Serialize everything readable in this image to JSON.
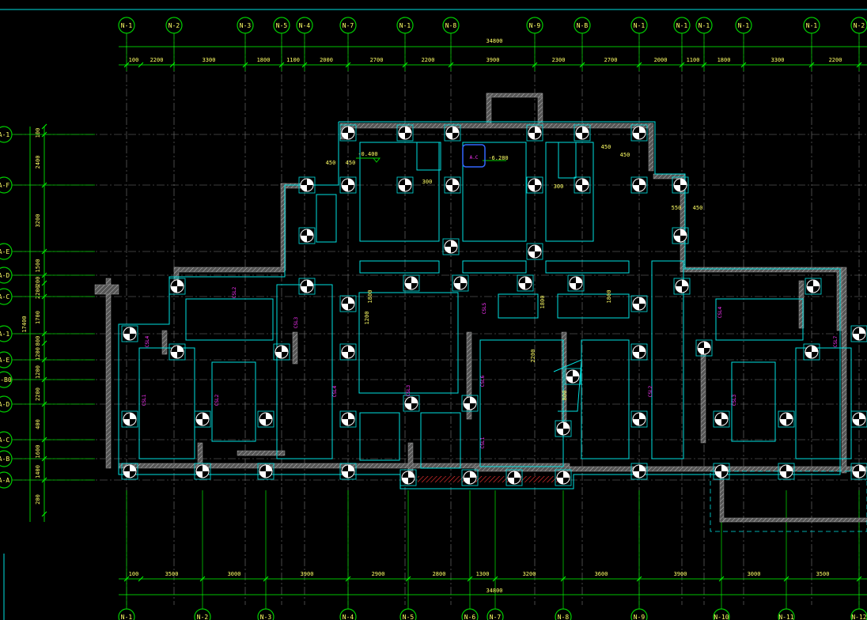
{
  "colors": {
    "background": "#000000",
    "axis": "#00cc00",
    "dimension": "#00ff00",
    "wall": "#8a8a8a",
    "outline": "#00e0e0",
    "grid": "#7a7a7a",
    "label": "#ffff66",
    "tag": "#ff33ff",
    "hatch_red": "#ff3333",
    "marker_blue": "#3366ff"
  },
  "top_axes": [
    "N-1",
    "N-2",
    "N-3",
    "N-5",
    "N-4",
    "N-7",
    "N-1",
    "N-8",
    "N-9",
    "N-B",
    "N-1",
    "N-1",
    "N-1",
    "N-1",
    "N-1",
    "N-2"
  ],
  "top_dims_row1": [
    "100",
    "2200",
    "3300",
    "1800",
    "1100",
    "2000",
    "2700",
    "2200",
    "3900",
    "2300",
    "2700",
    "2000",
    "1100",
    "1800",
    "3300",
    "2200"
  ],
  "top_total": "34800",
  "left_axes": [
    "A-1",
    "A-F",
    "A-E",
    "A-D",
    "A-C",
    "A-1",
    "A-E",
    "A-B0",
    "A-D",
    "A-C",
    "A-B",
    "A-A"
  ],
  "left_dims": [
    "100",
    "2400",
    "3200",
    "1500",
    "200",
    "2200",
    "1700",
    "800",
    "1200",
    "1200",
    "2200",
    "400",
    "1600",
    "1400",
    "200"
  ],
  "left_total": "17400",
  "bottom_dims": [
    "100",
    "3500",
    "3000",
    "3900",
    "2900",
    "2800",
    "1300",
    "3200",
    "3600",
    "3900",
    "3000",
    "3500"
  ],
  "bottom_total": "34800",
  "bottom_axes": [
    "N-1",
    "N-2",
    "N-3",
    "N-4",
    "N-5",
    "N-6",
    "N-7",
    "N-8",
    "N-9",
    "N-10",
    "N-11",
    "N-12"
  ],
  "room_tags": [
    "CSL2",
    "CSL3",
    "CSL4",
    "CSL1",
    "CSL2",
    "CSL4",
    "CSL3",
    "CSL5",
    "CSL6",
    "CSL1",
    "CSL2",
    "CSL4",
    "CSL3",
    "CSL7"
  ],
  "elevation_marks": {
    "left": "-0.400",
    "right": "-6.280",
    "marker": "A.C"
  },
  "dims_inner": [
    "450",
    "450",
    "450",
    "450",
    "550",
    "450",
    "300",
    "300",
    "1200",
    "1800",
    "1800",
    "1800",
    "2200",
    "800"
  ]
}
